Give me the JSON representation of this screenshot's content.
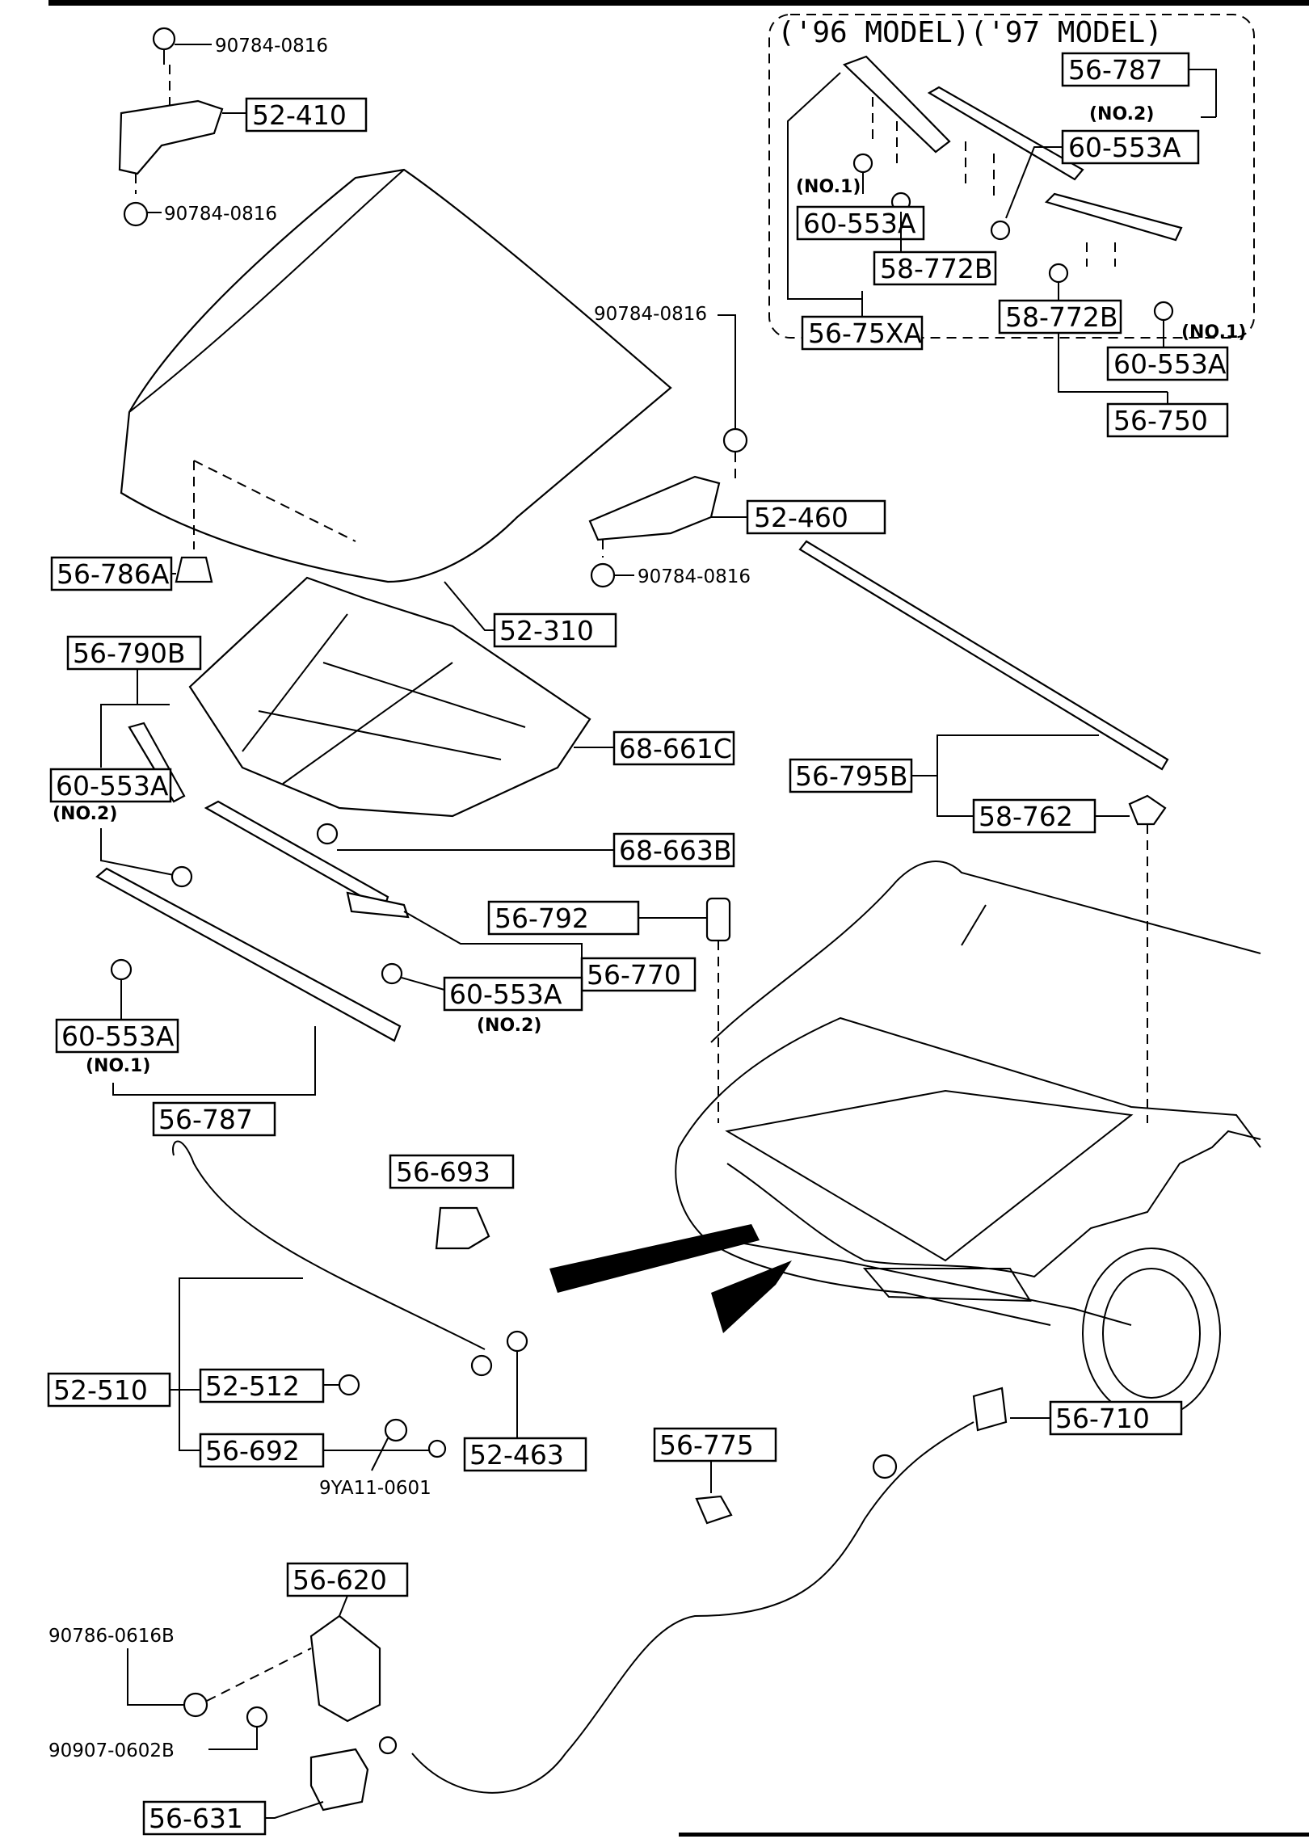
{
  "title": "('96 MODEL)('97 MODEL)",
  "labels": {
    "bolt_top_1": "90784-0816",
    "hinge_l": "52-410",
    "bolt_top_2": "90784-0816",
    "bolt_r1": "90784-0816",
    "hinge_r": "52-460",
    "bolt_r2": "90784-0816",
    "stopper": "56-786A",
    "hood": "52-310",
    "insulator": "68-661C",
    "clip_ins": "68-663B",
    "seal_790b": "56-790B",
    "clip_l_no2": "60-553A",
    "seal_770": "56-770",
    "clip_770": "60-553A",
    "cushion": "56-792",
    "clip_no1": "60-553A",
    "seal_787": "56-787",
    "seal_795b": "56-795B",
    "clip_762": "58-762",
    "box_787": "56-787",
    "box_clip_no2": "60-553A",
    "box_clip_no1_l": "60-553A",
    "box_clip_772b_1": "58-772B",
    "box_seal_75xa": "56-75XA",
    "box_clip_772b_2": "58-772B",
    "box_clip_no1_r": "60-553A",
    "box_seal_750": "56-750",
    "holder": "56-693",
    "rod": "52-510",
    "grommet": "52-512",
    "rod_clip": "56-692",
    "washer": "52-463",
    "rod_bolt": "9YA11-0601",
    "cable_clip": "56-775",
    "release_handle": "56-710",
    "latch": "56-620",
    "latch_bolt": "90786-0616B",
    "latch_nut": "90907-0602B",
    "latch_cover": "56-631"
  },
  "notes": {
    "no1": "(NO.1)",
    "no2": "(NO.2)"
  }
}
